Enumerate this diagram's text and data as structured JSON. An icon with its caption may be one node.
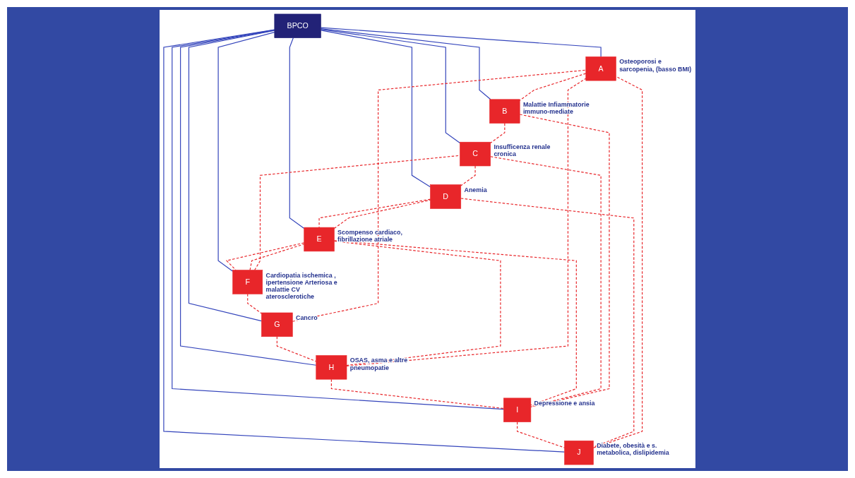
{
  "diagram": {
    "nodes": [
      {
        "text": [
          "BPCO"
        ]
      },
      {
        "text": [
          "A"
        ],
        "beside": [
          "Osteoporosi e sarcopenia, (basso BMI)"
        ]
      },
      {
        "text": [
          "B"
        ],
        "beside": [
          "Malattie Infiammatorie immuno-mediate"
        ]
      },
      {
        "text": [
          "C"
        ],
        "beside": [
          "Insufficenza renale cronica"
        ]
      },
      {
        "text": [
          "D"
        ],
        "beside": [
          "Anemia"
        ]
      },
      {
        "text": [
          "E"
        ],
        "beside": [
          "Scompenso cardiaco, fibrillazione atriale"
        ]
      },
      {
        "text": [
          "F"
        ],
        "beside": [
          "Cardiopatia ischemica , ipertensione Arteriosa e malattie CV aterosclerotiche"
        ]
      },
      {
        "text": [
          "G"
        ],
        "beside": [
          "Cancro"
        ]
      },
      {
        "text": [
          "H"
        ],
        "beside": [
          "OSAS, asma e altre pneumopatie"
        ]
      },
      {
        "text": [
          "I"
        ],
        "beside": [
          "Depressione e ansia"
        ]
      },
      {
        "text": [
          "J"
        ],
        "beside": [
          "Diabete, obesità e s. metabolica, dislipidemia"
        ]
      }
    ],
    "edges": [
      {
        "from": 0,
        "to": 1,
        "arrow": "none",
        "color": "#3344bb"
      },
      {
        "from": 0,
        "to": 2,
        "arrow": "none",
        "color": "#3344bb"
      },
      {
        "from": 0,
        "to": 3,
        "arrow": "none",
        "color": "#3344bb"
      },
      {
        "from": 0,
        "to": 4,
        "arrow": "none",
        "color": "#3344bb"
      },
      {
        "from": 0,
        "to": 5,
        "arrow": "none",
        "color": "#3344bb"
      },
      {
        "from": 0,
        "to": 6,
        "arrow": "none",
        "color": "#3344bb"
      },
      {
        "from": 0,
        "to": 7,
        "arrow": "none",
        "color": "#3344bb"
      },
      {
        "from": 0,
        "to": 8,
        "arrow": "none",
        "color": "#3344bb"
      },
      {
        "from": 0,
        "to": 9,
        "arrow": "none",
        "color": "#3344bb"
      },
      {
        "from": 0,
        "to": 10,
        "arrow": "none",
        "color": "#3344bb"
      },
      {
        "from": 1,
        "to": 2,
        "arrow": "none",
        "style": "dashed"
      },
      {
        "from": 2,
        "to": 3,
        "arrow": "none",
        "style": "dashed"
      },
      {
        "from": 3,
        "to": 4,
        "arrow": "none",
        "style": "dashed"
      },
      {
        "from": 4,
        "to": 5,
        "arrow": "none",
        "style": "dashed"
      },
      {
        "from": 5,
        "to": 6,
        "arrow": "none",
        "style": "dashed"
      },
      {
        "from": 6,
        "to": 7,
        "arrow": "none",
        "style": "dashed"
      },
      {
        "from": 7,
        "to": 8,
        "arrow": "none",
        "style": "dashed"
      },
      {
        "from": 8,
        "to": 9,
        "arrow": "none",
        "style": "dashed"
      },
      {
        "from": 9,
        "to": 10,
        "arrow": "none",
        "style": "dashed"
      },
      {
        "from": 10,
        "to": 1,
        "arrow": "none",
        "style": "dashed"
      },
      {
        "from": 5,
        "to": 4,
        "arrow": "none",
        "style": "dashed"
      },
      {
        "from": 6,
        "to": 5,
        "arrow": "none",
        "style": "dashed"
      },
      {
        "from": 6,
        "to": 3,
        "arrow": "none",
        "style": "dashed"
      },
      {
        "from": 5,
        "to": 8,
        "arrow": "none",
        "style": "dashed"
      },
      {
        "from": 5,
        "to": 9,
        "arrow": "none",
        "style": "dashed"
      },
      {
        "from": 4,
        "to": 10,
        "arrow": "none",
        "style": "dashed"
      },
      {
        "from": 7,
        "to": 1,
        "arrow": "none",
        "style": "dashed"
      },
      {
        "from": 8,
        "to": 1,
        "arrow": "none",
        "style": "dashed"
      },
      {
        "from": 3,
        "to": 9,
        "arrow": "none",
        "style": "dashed"
      },
      {
        "from": 2,
        "to": 9,
        "arrow": "none",
        "style": "dashed"
      }
    ]
  }
}
